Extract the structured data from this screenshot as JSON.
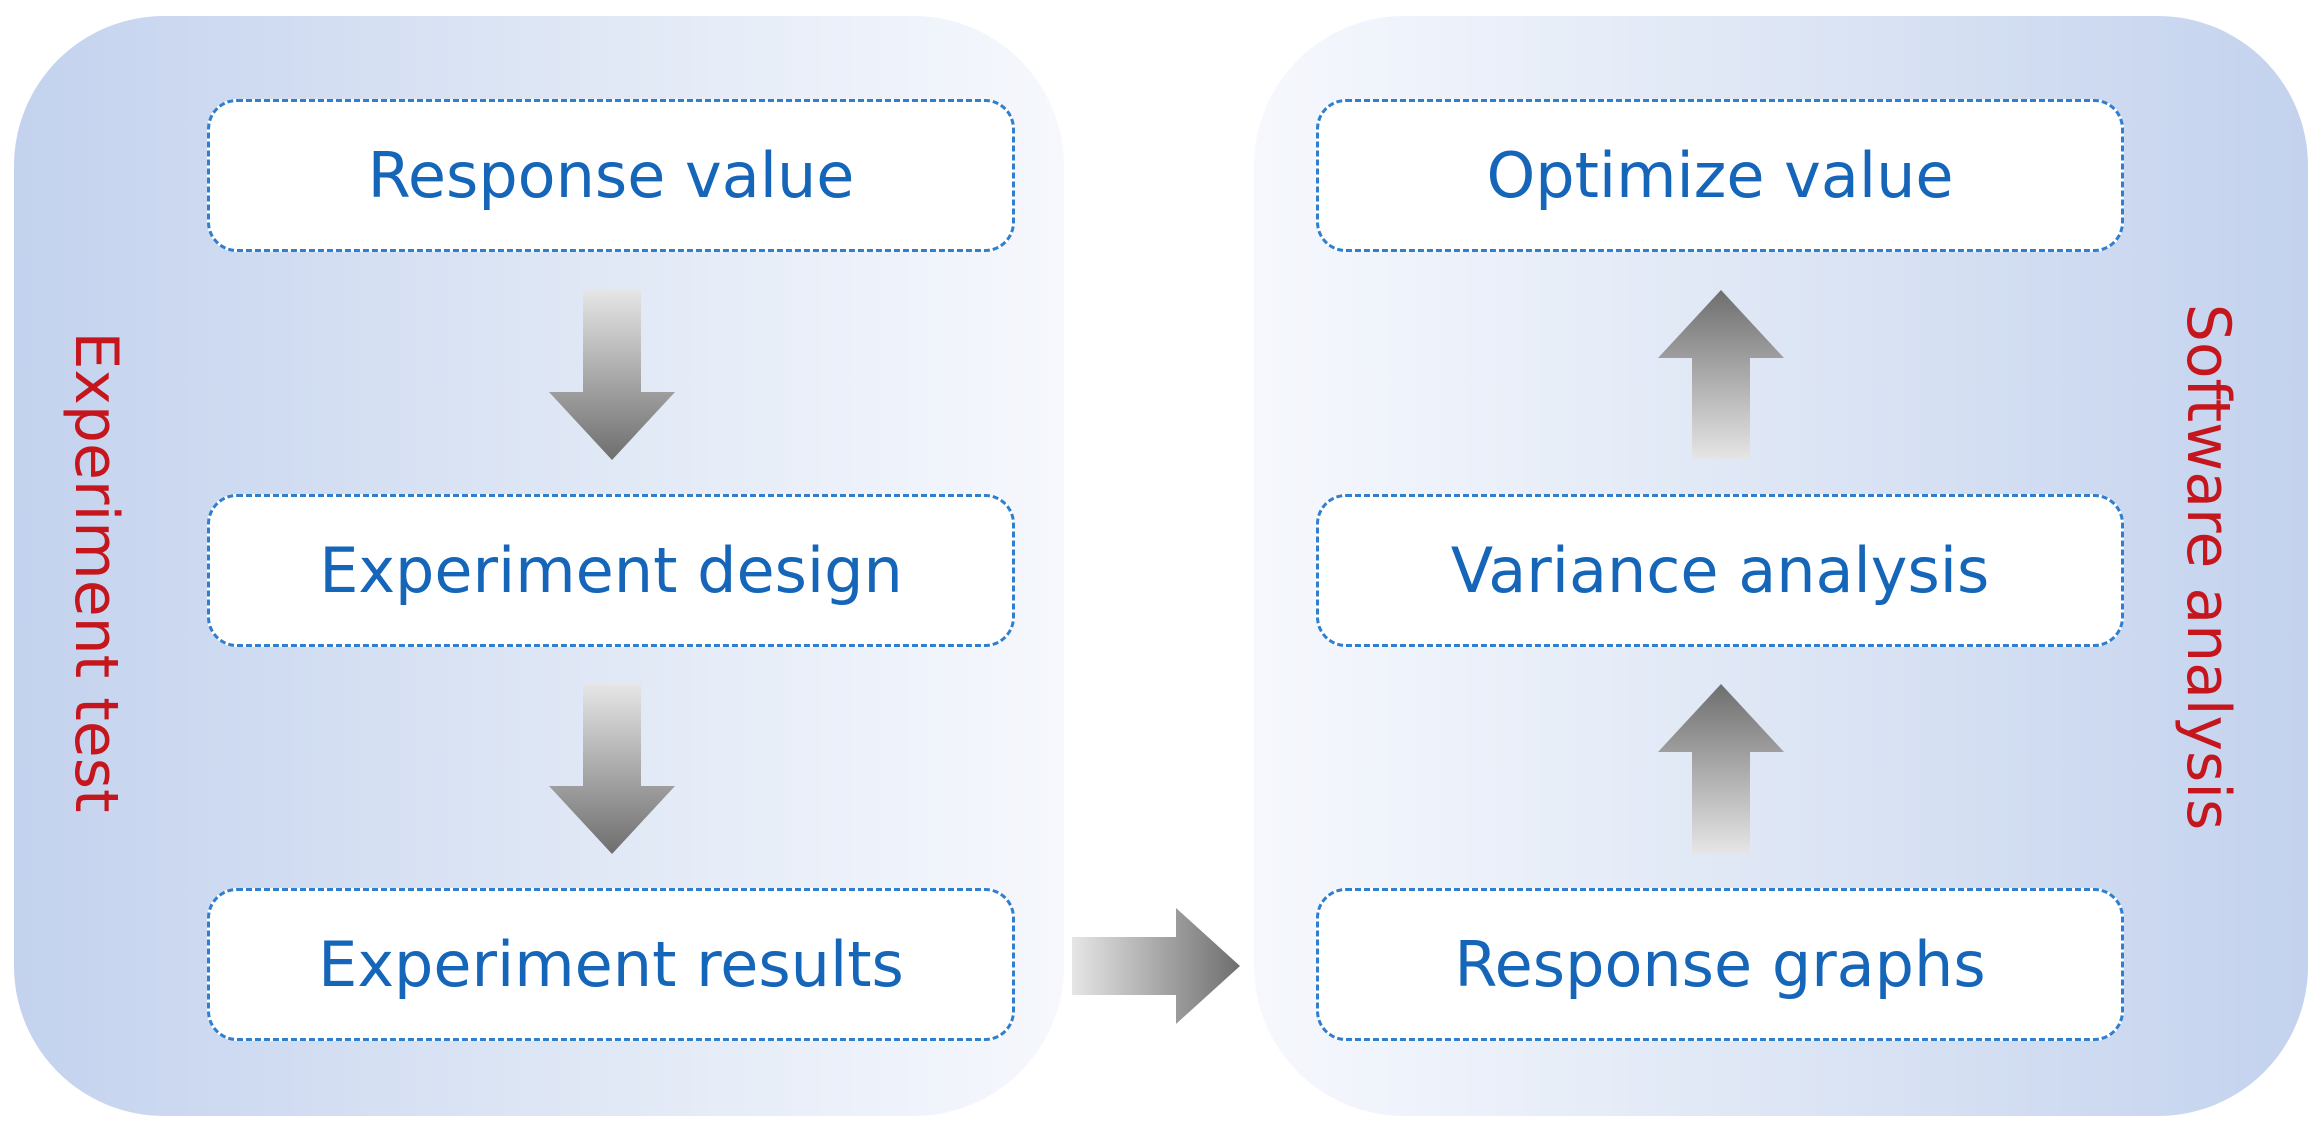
{
  "panels": {
    "left_label": "Experiment test",
    "right_label": "Software analysis"
  },
  "nodes": {
    "response_value": "Response value",
    "experiment_design": "Experiment design",
    "experiment_results": "Experiment results",
    "optimize_value": "Optimize value",
    "variance_analysis": "Variance analysis",
    "response_graphs": "Response graphs"
  },
  "colors": {
    "node_text": "#1565b8",
    "node_border": "#2f7fce",
    "side_label": "#c4161c",
    "panel_edge": "#c3d2ee",
    "panel_center": "#f6f8fd",
    "arrow_dark": "#6e6e6e",
    "arrow_light": "#e6e6e6"
  }
}
